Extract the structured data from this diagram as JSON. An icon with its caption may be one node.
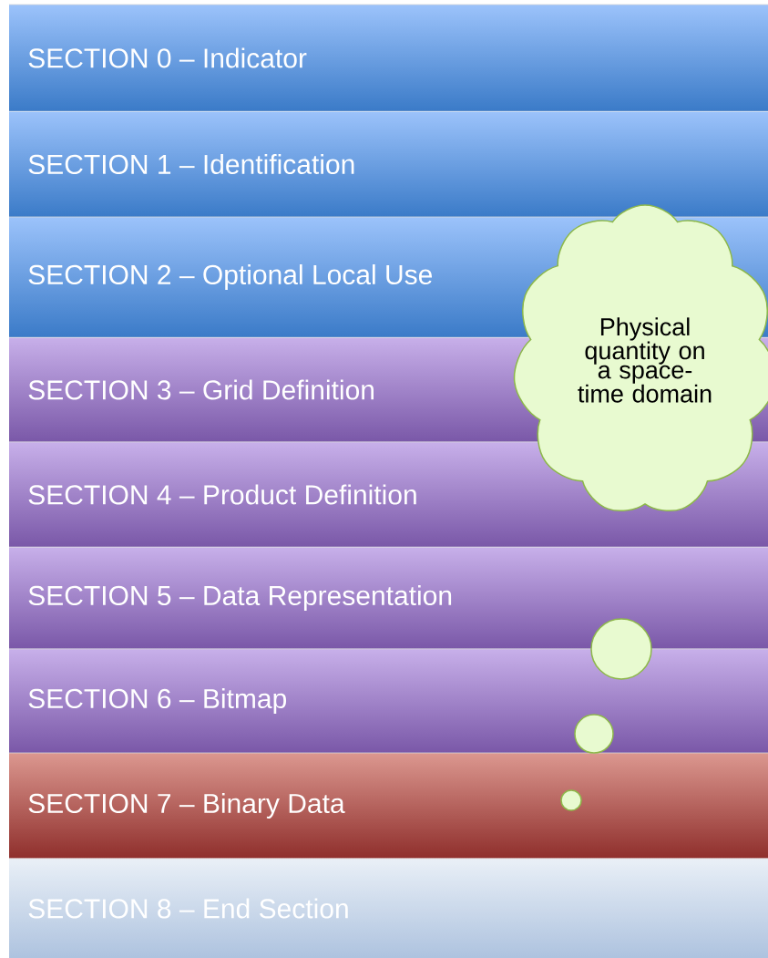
{
  "diagram": {
    "nodes": [
      {
        "text": [
          "SECTION 0 – Indicator"
        ]
      },
      {
        "text": [
          "SECTION 1 – Identification"
        ]
      },
      {
        "text": [
          "SECTION 2 – Optional Local Use"
        ]
      },
      {
        "text": [
          "SECTION 3 – Grid Definition"
        ]
      },
      {
        "text": [
          "SECTION 4 – Product Definition"
        ]
      },
      {
        "text": [
          "SECTION 5 – Data Representation"
        ]
      },
      {
        "text": [
          "SECTION 6 – Bitmap"
        ]
      },
      {
        "text": [
          "SECTION 7 – Binary Data"
        ]
      },
      {
        "text": [
          "SECTION 8 – End Section"
        ]
      },
      {
        "text": [
          "Physical quantity on a space-time domain"
        ]
      }
    ]
  }
}
